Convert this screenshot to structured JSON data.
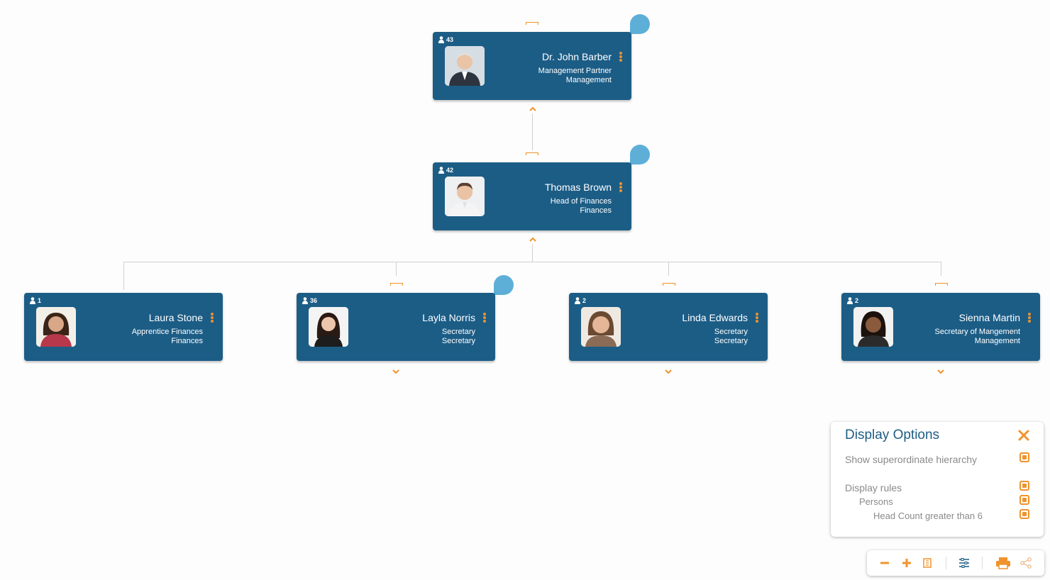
{
  "colors": {
    "card": "#1c5d86",
    "accent": "#f0932b",
    "bubble": "#5eafd7",
    "panel_title": "#1c5d86",
    "option_text": "#8a8a8a"
  },
  "org": {
    "john": {
      "count": "43",
      "name": "Dr. John Barber",
      "role": "Management Partner",
      "dept": "Management"
    },
    "thomas": {
      "count": "42",
      "name": "Thomas Brown",
      "role": "Head of Finances",
      "dept": "Finances"
    },
    "laura": {
      "count": "1",
      "name": "Laura Stone",
      "role": "Apprentice Finances",
      "dept": "Finances"
    },
    "layla": {
      "count": "36",
      "name": "Layla Norris",
      "role": "Secretary",
      "dept": "Secretary"
    },
    "linda": {
      "count": "2",
      "name": "Linda Edwards",
      "role": "Secretary",
      "dept": "Secretary"
    },
    "sienna": {
      "count": "2",
      "name": "Sienna Martin",
      "role": "Secretary of Mangement",
      "dept": "Management"
    }
  },
  "display_options": {
    "title": "Display Options",
    "options": [
      {
        "label": "Show superordinate hierarchy",
        "checked": true
      },
      {
        "label": "Display rules",
        "checked": true
      },
      {
        "label": "Persons",
        "checked": true
      },
      {
        "label": "Head Count greater than 6",
        "checked": true
      }
    ]
  },
  "toolbar": {
    "icons": [
      "zoom-out-icon",
      "zoom-in-icon",
      "fit-screen-icon",
      "settings-sliders-icon",
      "print-icon",
      "share-icon"
    ]
  }
}
